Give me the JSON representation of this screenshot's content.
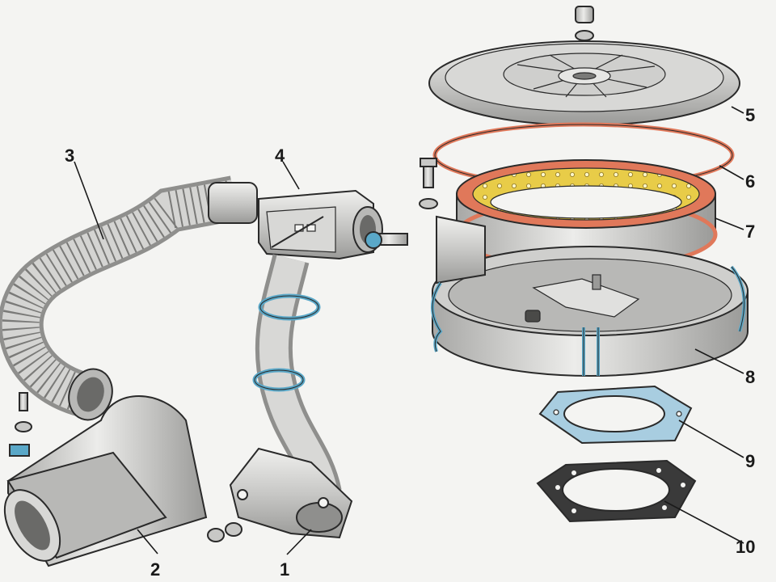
{
  "diagram": {
    "callouts": [
      {
        "id": "1",
        "label": "1"
      },
      {
        "id": "2",
        "label": "2"
      },
      {
        "id": "3",
        "label": "3"
      },
      {
        "id": "4",
        "label": "4"
      },
      {
        "id": "5",
        "label": "5"
      },
      {
        "id": "6",
        "label": "6"
      },
      {
        "id": "7",
        "label": "7"
      },
      {
        "id": "8",
        "label": "8"
      },
      {
        "id": "9",
        "label": "9"
      },
      {
        "id": "10",
        "label": "10"
      }
    ]
  },
  "colors": {
    "metal_light": "#dcdcda",
    "metal_mid": "#b9b9b7",
    "metal_dark": "#8f8f8d",
    "gasket_red": "#e0785a",
    "filter_yellow": "#e8cc48",
    "clamp_blue": "#5aa8c8",
    "gasket_blue": "#a8cde0",
    "gasket_dark": "#3a3a3a"
  }
}
